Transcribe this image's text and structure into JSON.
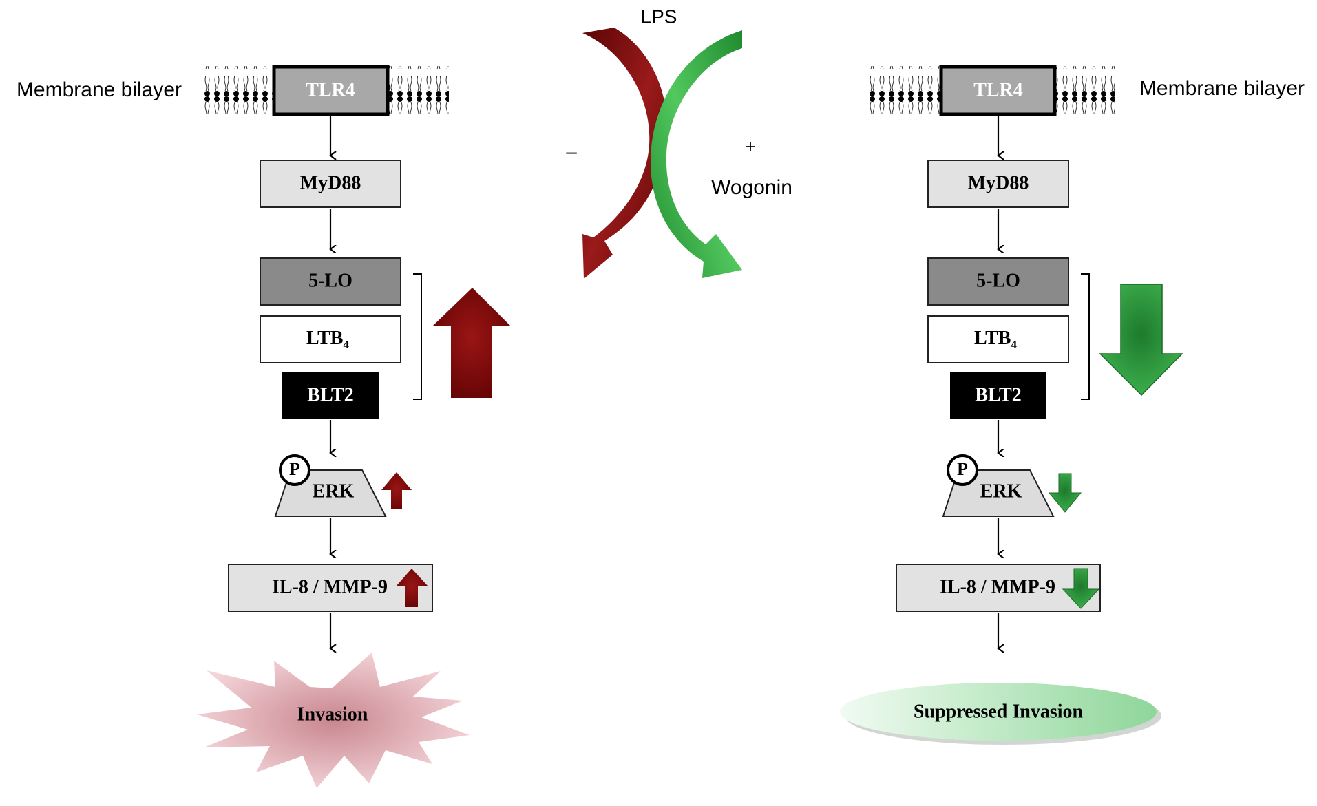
{
  "top": {
    "stimulus": "LPS",
    "treatment": "Wogonin",
    "minus_sign": "–",
    "plus_sign": "+"
  },
  "left_pathway": {
    "membrane_label": "Membrane bilayer",
    "receptor": "TLR4",
    "adaptor": "MyD88",
    "enzyme": "5-LO",
    "mediator_base": "LTB",
    "mediator_sub": "4",
    "mediator_receptor": "BLT2",
    "phospho": "P",
    "kinase": "ERK",
    "targets": "IL-8 / MMP-9",
    "outcome": "Invasion",
    "direction": "up"
  },
  "right_pathway": {
    "membrane_label": "Membrane bilayer",
    "receptor": "TLR4",
    "adaptor": "MyD88",
    "enzyme": "5-LO",
    "mediator_base": "LTB",
    "mediator_sub": "4",
    "mediator_receptor": "BLT2",
    "phospho": "P",
    "kinase": "ERK",
    "targets": "IL-8 / MMP-9",
    "outcome": "Suppressed Invasion",
    "direction": "down"
  },
  "colors": {
    "up_arrow": "#7a0a0a",
    "down_arrow": "#2a9a3a",
    "box_light": "#e2e2e2",
    "box_dark": "#8a8a8a",
    "box_black": "#000000",
    "tlr4_fill": "#a8a8a8",
    "invasion_fill": "#e9b9bf",
    "suppressed_fill": "#b8e6c0"
  }
}
